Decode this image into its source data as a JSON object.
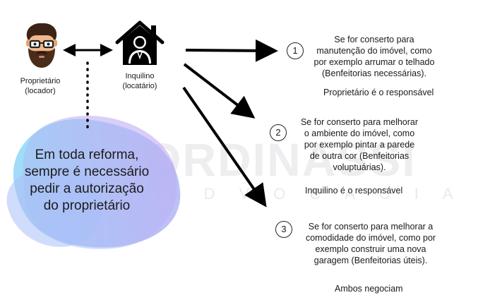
{
  "owner": {
    "label_line1": "Proprietário",
    "label_line2": "(locador)"
  },
  "tenant": {
    "label_line1": "Inquilino",
    "label_line2": "(locatário)"
  },
  "note": {
    "line1": "Em toda reforma,",
    "line2": "sempre é necessário",
    "line3": "pedir a autorização",
    "line4": "do proprietário"
  },
  "watermark": {
    "main": "ORDINASSI",
    "sub": "ADVOCACIA"
  },
  "cases": [
    {
      "number": "1",
      "lines": [
        "Se for conserto para",
        "manutenção do imóvel, como",
        "por exemplo arrumar o telhado",
        "(Benfeitorias necessárias)."
      ],
      "responsible": "Proprietário é o responsável"
    },
    {
      "number": "2",
      "lines": [
        "Se for conserto para melhorar",
        "o ambiente do imóvel, como",
        "por exemplo pintar a parede",
        "de outra cor (Benfeitorias",
        "voluptuárias)."
      ],
      "responsible": "Inquilino é o responsável"
    },
    {
      "number": "3",
      "lines": [
        "Se for conserto para melhorar a",
        "comodidade do imóvel, como por",
        "exemplo construir uma nova",
        "garagem (Benfeitorias úteis)."
      ],
      "responsible": "Ambos negociam"
    }
  ],
  "colors": {
    "arrow": "#000000",
    "blob_cyan": "#7fd8f5",
    "blob_purple": "#c7a0f0",
    "blob_blue": "#9fb6f7"
  }
}
